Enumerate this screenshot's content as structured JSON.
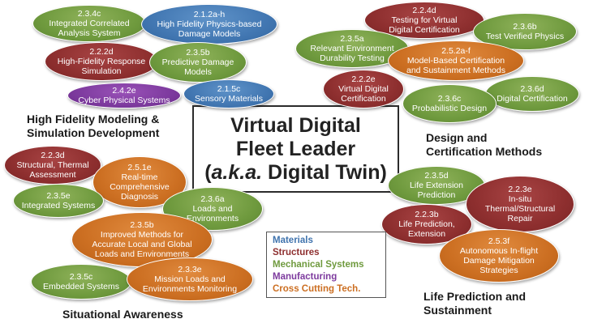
{
  "colors": {
    "materials": "#3f73ad",
    "structures": "#8e2f2f",
    "mechanical_systems": "#6f9a3e",
    "manufacturing": "#7d3a9e",
    "cross_cutting": "#cc6f22"
  },
  "center": {
    "line1": "Virtual Digital",
    "line2": "Fleet Leader",
    "line3_italic": "a.k.a.",
    "line3_rest": "Digital Twin"
  },
  "sections": {
    "modeling": "High Fidelity Modeling &\nSimulation Development",
    "design": "Design and\nCertification Methods",
    "situational": "Situational Awareness",
    "life": "Life Prediction and\nSustainment"
  },
  "legend": [
    "Materials",
    "Structures",
    "Mechanical Systems",
    "Manufacturing",
    "Cross Cutting Tech."
  ],
  "nodes": [
    {
      "code": "2.3.4c",
      "label": "Integrated Correlated\nAnalysis System",
      "color": "green"
    },
    {
      "code": "2.1.2a-h",
      "label": "High Fidelity Physics-based\nDamage Models",
      "color": "blue"
    },
    {
      "code": "2.2.2d",
      "label": "High-Fidelity Response\nSimulation",
      "color": "red"
    },
    {
      "code": "2.3.5b",
      "label": "Predictive Damage\nModels",
      "color": "green"
    },
    {
      "code": "2.4.2e",
      "label": "Cyber Physical Systems",
      "color": "purple"
    },
    {
      "code": "2.1.5c",
      "label": "Sensory Materials",
      "color": "blue"
    },
    {
      "code": "2.2.4d",
      "label": "Testing for Virtual\nDigital Certification",
      "color": "red"
    },
    {
      "code": "2.3.6b",
      "label": "Test Verified Physics",
      "color": "green"
    },
    {
      "code": "2.3.5a",
      "label": "Relevant Environment\nDurability Testing",
      "color": "green"
    },
    {
      "code": "2.5.2a-f",
      "label": "Model-Based Certification\nand Sustainment Methods",
      "color": "orange"
    },
    {
      "code": "2.2.2e",
      "label": "Virtual Digital\nCertification",
      "color": "red"
    },
    {
      "code": "2.3.6d",
      "label": "Digital Certification",
      "color": "green"
    },
    {
      "code": "2.3.6c",
      "label": "Probabilistic Design",
      "color": "green"
    },
    {
      "code": "2.2.3d",
      "label": "Structural, Thermal\nAssessment",
      "color": "red"
    },
    {
      "code": "2.5.1e",
      "label": "Real-time\nComprehensive\nDiagnosis",
      "color": "orange"
    },
    {
      "code": "2.3.5e",
      "label": "Integrated Systems",
      "color": "green"
    },
    {
      "code": "2.3.6a",
      "label": "Loads and\nEnvironments",
      "color": "green"
    },
    {
      "code": "2.3.5b",
      "label": "Improved Methods for\nAccurate Local and Global\nLoads and Environments",
      "color": "orange"
    },
    {
      "code": "2.3.5c",
      "label": "Embedded Systems",
      "color": "green"
    },
    {
      "code": "2.3.3e",
      "label": "Mission Loads and\nEnvironments Monitoring",
      "color": "orange"
    },
    {
      "code": "2.3.5d",
      "label": "Life Extension\nPrediction",
      "color": "green"
    },
    {
      "code": "2.2.3e",
      "label": "In-situ\nThermal/Structural\nRepair",
      "color": "red"
    },
    {
      "code": "2.2.3b",
      "label": "Life Prediction,\nExtension",
      "color": "red"
    },
    {
      "code": "2.5.3f",
      "label": "Autonomous In-flight\nDamage Mitigation\nStrategies",
      "color": "orange"
    }
  ]
}
